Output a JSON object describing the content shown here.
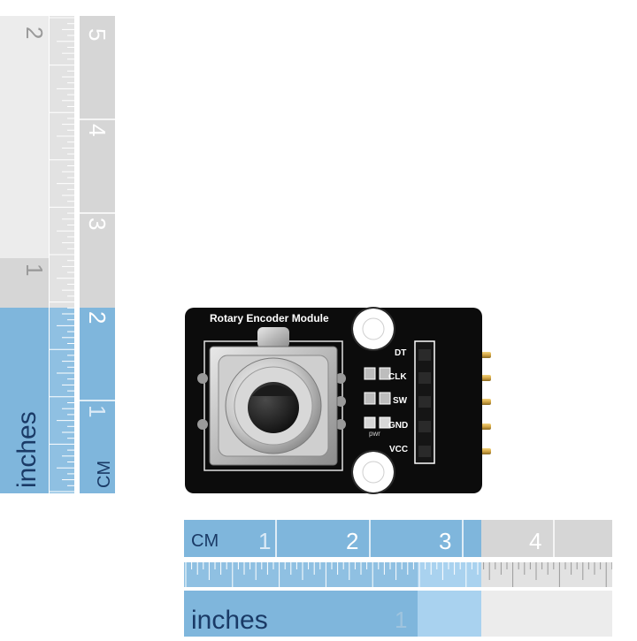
{
  "vertical_ruler": {
    "inch_label": "inches",
    "cm_label": "CM",
    "inch_numbers": [
      "1",
      "2"
    ],
    "cm_numbers": [
      "1",
      "2",
      "3",
      "4",
      "5"
    ]
  },
  "horizontal_ruler": {
    "cm_label": "CM",
    "inch_label": "inches",
    "cm_numbers": [
      "1",
      "2",
      "3",
      "4"
    ],
    "inch_numbers": [
      "1"
    ]
  },
  "module": {
    "title": "Rotary Encoder Module",
    "pins": [
      "DT",
      "CLK",
      "SW",
      "GND",
      "VCC"
    ],
    "led_label": "pwr"
  },
  "colors": {
    "ruler_blue": "#7fb6dc",
    "ruler_gray": "#d6d6d6",
    "ruler_light": "#ececec",
    "board": "#0c0c0c",
    "gold": "#d3a646"
  }
}
